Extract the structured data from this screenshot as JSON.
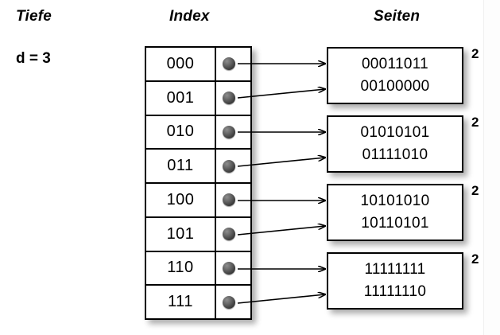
{
  "headers": {
    "depth": "Tiefe",
    "index": "Index",
    "pages": "Seiten"
  },
  "depth": {
    "label": "d = 3"
  },
  "index_table": {
    "rows": [
      {
        "key": "000",
        "pointer": "pointer-dot",
        "target": 0
      },
      {
        "key": "001",
        "pointer": "pointer-dot",
        "target": 0
      },
      {
        "key": "010",
        "pointer": "pointer-dot",
        "target": 1
      },
      {
        "key": "011",
        "pointer": "pointer-dot",
        "target": 1
      },
      {
        "key": "100",
        "pointer": "pointer-dot",
        "target": 2
      },
      {
        "key": "101",
        "pointer": "pointer-dot",
        "target": 2
      },
      {
        "key": "110",
        "pointer": "pointer-dot",
        "target": 3
      },
      {
        "key": "111",
        "pointer": "pointer-dot",
        "target": 3
      }
    ]
  },
  "pages": [
    {
      "line1": "00011011",
      "line2": "00100000",
      "count": "2"
    },
    {
      "line1": "01010101",
      "line2": "01111010",
      "count": "2"
    },
    {
      "line1": "10101010",
      "line2": "10110101",
      "count": "2"
    },
    {
      "line1": "11111111",
      "line2": "11111110",
      "count": "2"
    }
  ],
  "colors": {
    "stroke": "#000000",
    "background": "#ffffff",
    "dot": "#3a3a3a"
  }
}
